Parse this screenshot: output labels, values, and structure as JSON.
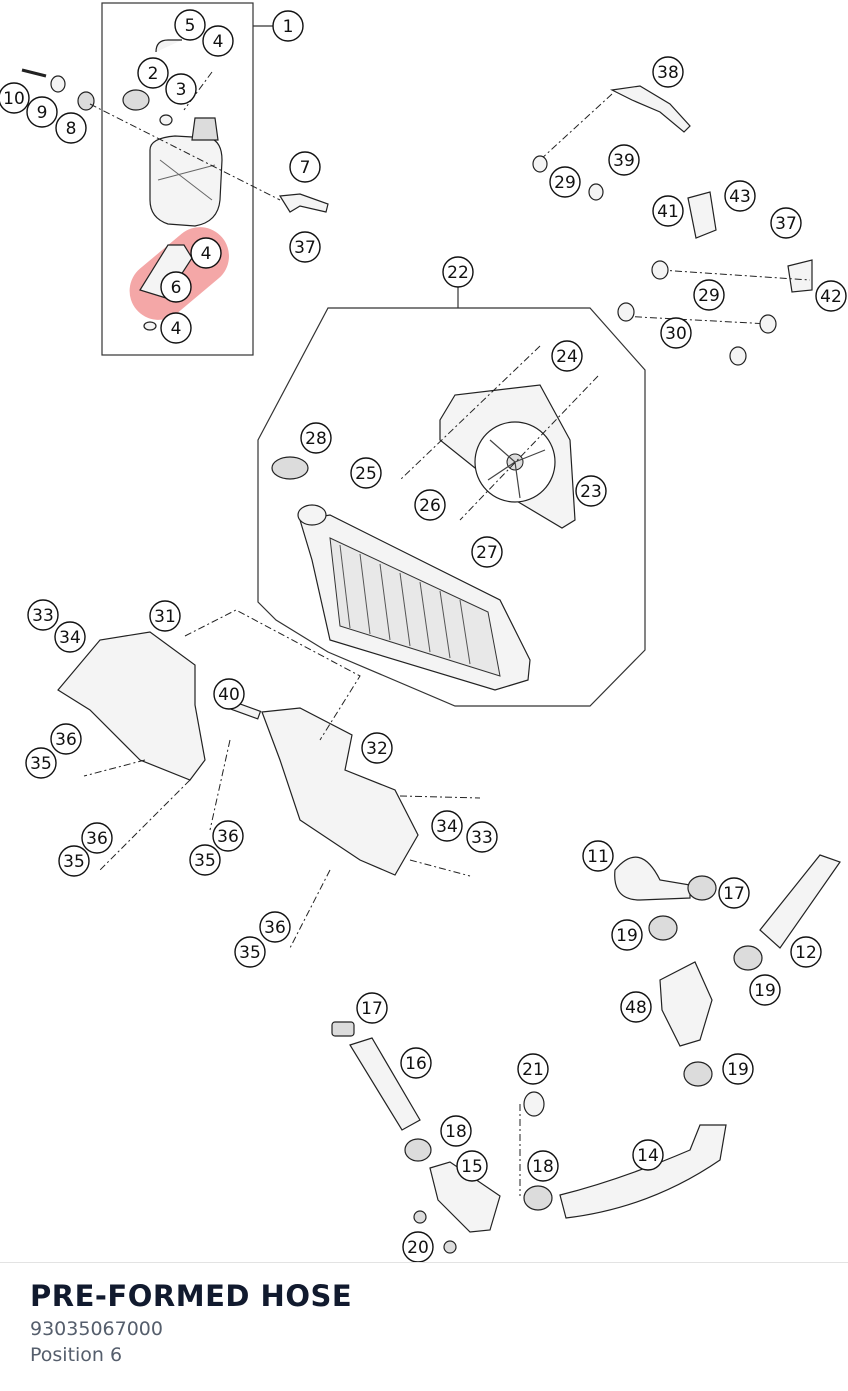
{
  "footer": {
    "title": "PRE-FORMED HOSE",
    "part_number": "93035067000",
    "position": "Position 6"
  },
  "highlight": {
    "color": "#f08a8a",
    "target": "6"
  },
  "callouts": [
    "1",
    "2",
    "3",
    "4",
    "5",
    "6",
    "7",
    "8",
    "9",
    "10",
    "11",
    "12",
    "14",
    "15",
    "16",
    "17",
    "18",
    "19",
    "20",
    "21",
    "22",
    "23",
    "24",
    "25",
    "26",
    "27",
    "28",
    "29",
    "30",
    "31",
    "32",
    "33",
    "34",
    "35",
    "36",
    "37",
    "38",
    "39",
    "40",
    "41",
    "42",
    "43",
    "48"
  ]
}
